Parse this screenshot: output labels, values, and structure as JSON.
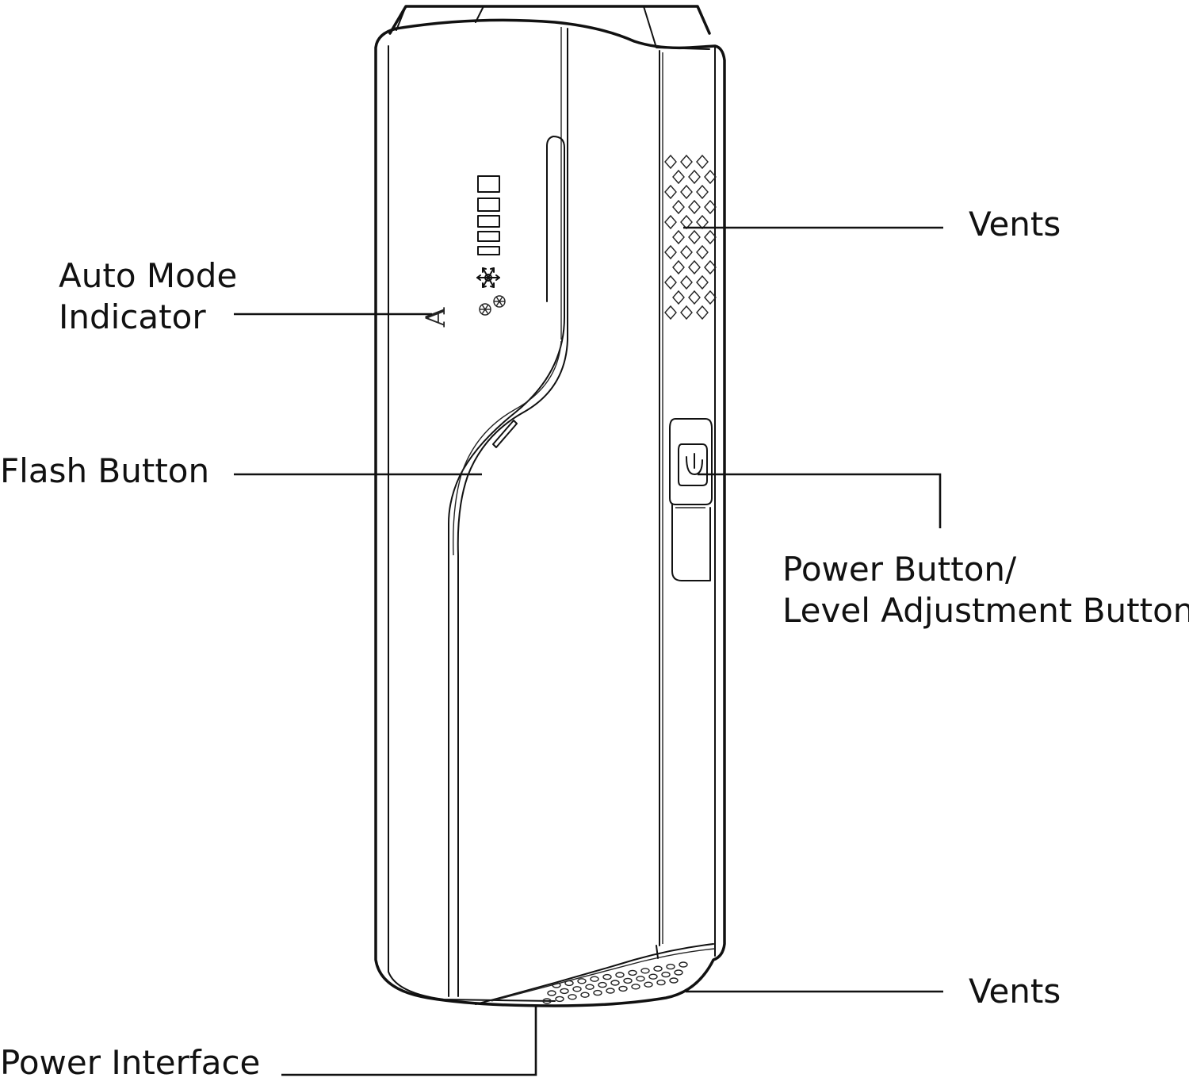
{
  "labels": {
    "auto_mode_line1": "Auto Mode",
    "auto_mode_line2": "Indicator",
    "flash_button": "Flash Button",
    "vents_side": "Vents",
    "power_button_line1": "Power Button/",
    "power_button_line2": "Level Adjustment Button",
    "vents_bottom": "Vents",
    "power_interface": "Power Interface"
  },
  "device_marks": {
    "auto_indicator_letter": "A"
  },
  "icons": [
    "level-bars-icon",
    "snowflake-icon",
    "small-snowflake-icon",
    "power-symbol-icon",
    "vent-grille-icon"
  ]
}
